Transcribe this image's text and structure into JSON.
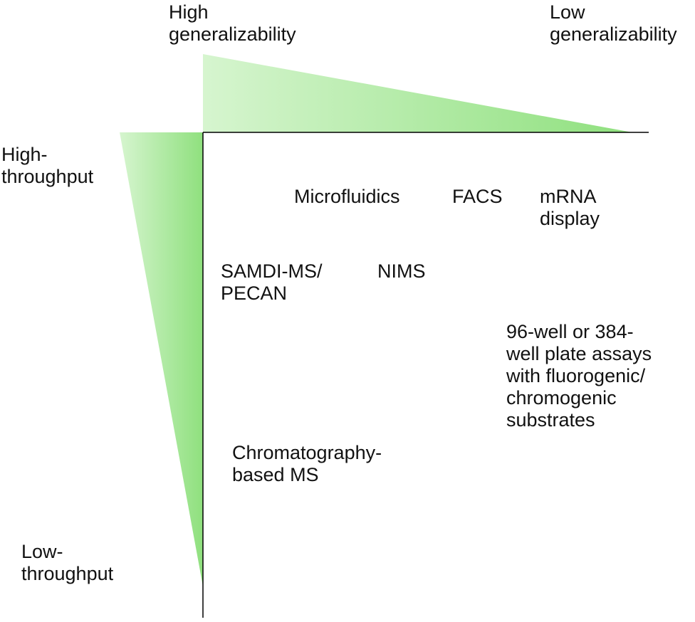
{
  "axes": {
    "generalizability": {
      "high_label": "High\ngeneralizability",
      "low_label": "Low\ngeneralizability"
    },
    "throughput": {
      "high_label": "High-\nthroughput",
      "low_label": "Low-\nthroughput"
    }
  },
  "methods": [
    {
      "id": "microfluidics",
      "label": "Microfluidics"
    },
    {
      "id": "facs",
      "label": "FACS"
    },
    {
      "id": "mrna-display",
      "label": "mRNA\ndisplay"
    },
    {
      "id": "samdi-ms",
      "label": "SAMDI-MS/\nPECAN"
    },
    {
      "id": "nims",
      "label": "NIMS"
    },
    {
      "id": "plate-assays",
      "label": "96-well or 384-\nwell plate assays\nwith fluorogenic/\nchromogenic\nsubstrates"
    },
    {
      "id": "chromatography-ms",
      "label": "Chromatography-\nbased MS"
    }
  ],
  "colors": {
    "wedge_strong": "#8fe07e",
    "wedge_light": "#d6f5cf",
    "axis_line": "#000000",
    "text": "#111111"
  }
}
